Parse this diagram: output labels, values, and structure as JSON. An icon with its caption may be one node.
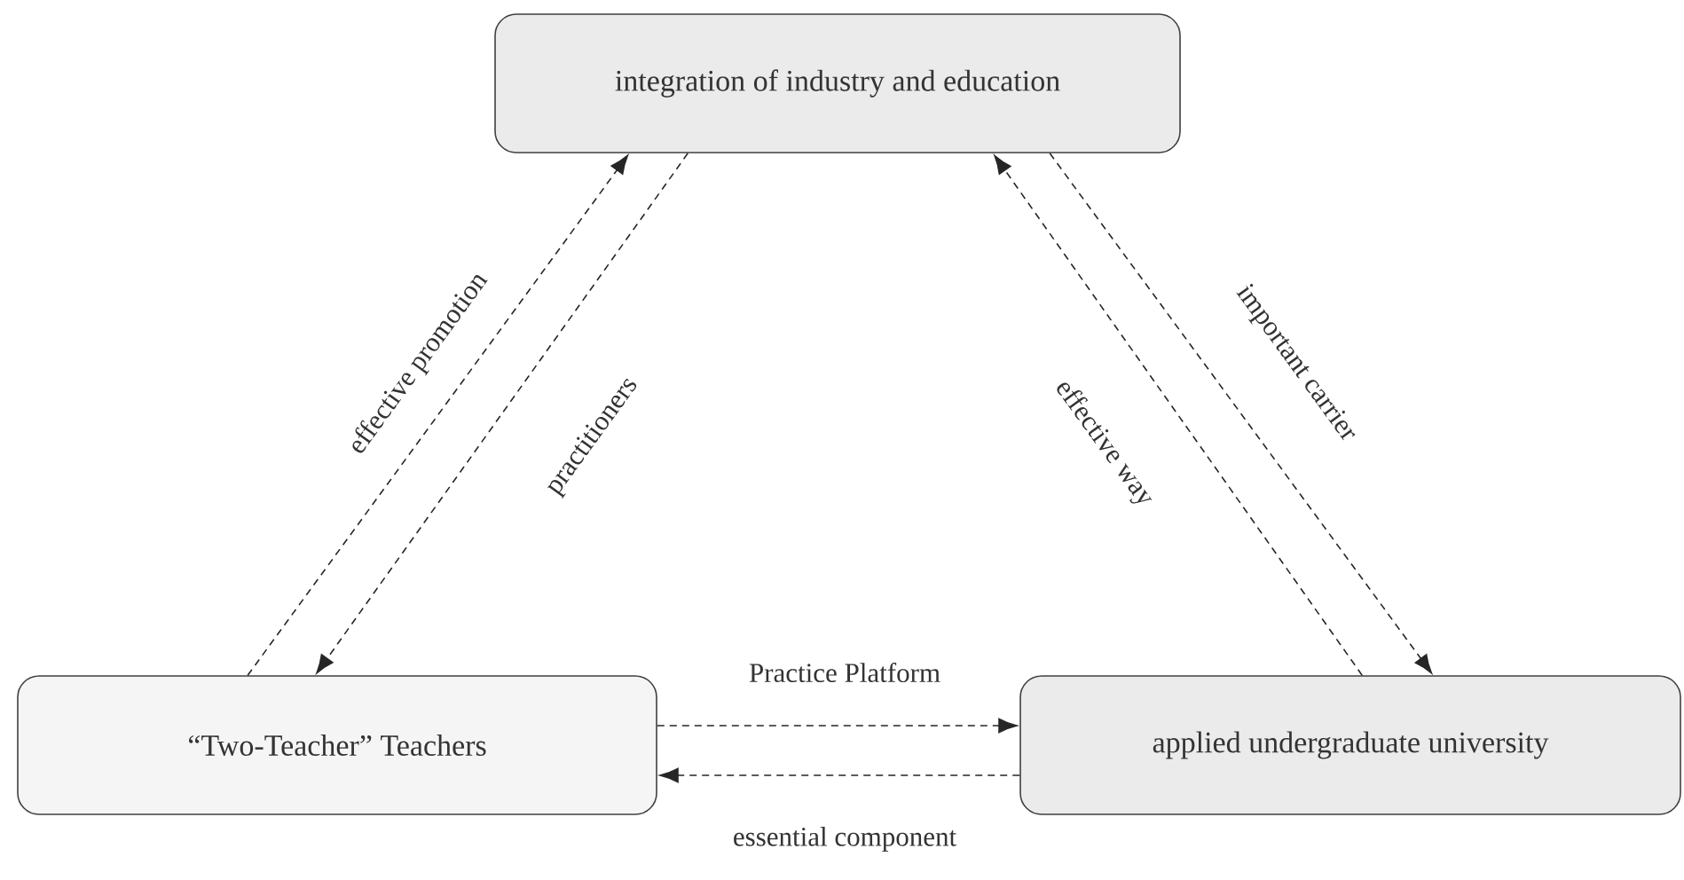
{
  "diagram": {
    "nodes": [
      {
        "text": [
          "integration of industry and education"
        ]
      },
      {
        "text": [
          "“Two-Teacher” Teachers"
        ]
      },
      {
        "text": [
          "applied undergraduate university"
        ]
      }
    ],
    "edges": [
      {
        "from": 1,
        "to": 0,
        "arrow": "to",
        "label": "effective promotion",
        "style": "dashed"
      },
      {
        "from": 0,
        "to": 1,
        "arrow": "to",
        "label": "practitioners",
        "style": "dashed"
      },
      {
        "from": 2,
        "to": 0,
        "arrow": "to",
        "label": "effective way",
        "style": "dashed"
      },
      {
        "from": 0,
        "to": 2,
        "arrow": "to",
        "label": "important carrier",
        "style": "dashed"
      },
      {
        "from": 1,
        "to": 2,
        "arrow": "to",
        "label": "Practice Platform",
        "style": "dashed"
      },
      {
        "from": 2,
        "to": 1,
        "arrow": "to",
        "label": "essential component",
        "style": "dashed"
      }
    ]
  }
}
